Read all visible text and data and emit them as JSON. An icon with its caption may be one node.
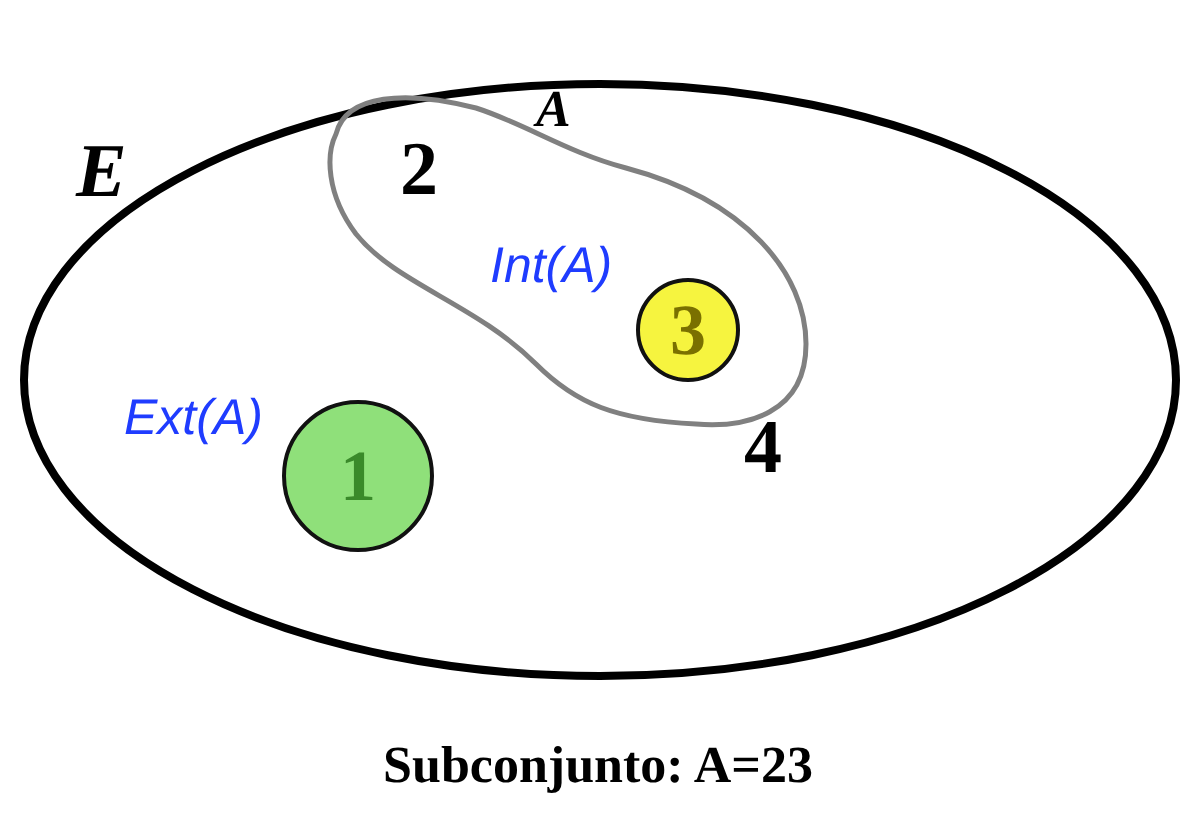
{
  "diagram": {
    "caption": "Subconjunto: A=23",
    "nodes": [
      {
        "text": [
          "E"
        ]
      },
      {
        "text": [
          "A"
        ],
        "in": 0
      },
      {
        "text": [
          "3"
        ],
        "beside": [
          "Int(A)"
        ],
        "in": 1
      },
      {
        "text": [
          "1"
        ],
        "beside": [
          "Ext(A)"
        ],
        "in": 0
      }
    ],
    "labels": [
      "2",
      "4"
    ]
  }
}
